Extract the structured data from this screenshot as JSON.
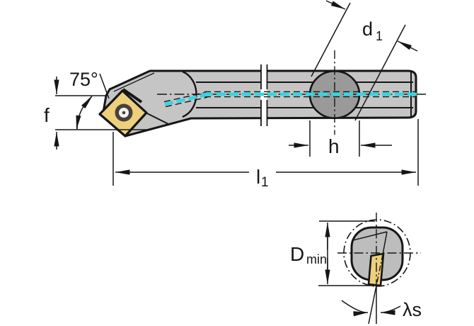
{
  "drawing": {
    "main_view": {
      "labels": {
        "lead_angle": "75°",
        "f": "f",
        "d1_base": "d",
        "d1_sub": "1",
        "h": "h",
        "l1_base": "l",
        "l1_sub": "1"
      }
    },
    "end_view": {
      "labels": {
        "dmin_base": "D",
        "dmin_sub": "min",
        "lambda_s": "λs"
      }
    }
  },
  "colors": {
    "outline": "#161616",
    "body_gray": "#c5c5c5",
    "clamp_gray": "#9a9a9a",
    "section_gray": "#bdbdbd",
    "insert_gold": "#edcf7c",
    "screw_dark": "#46423a",
    "screw_light": "#f2f2f2",
    "coolant_cyan": "#30d6e6"
  }
}
